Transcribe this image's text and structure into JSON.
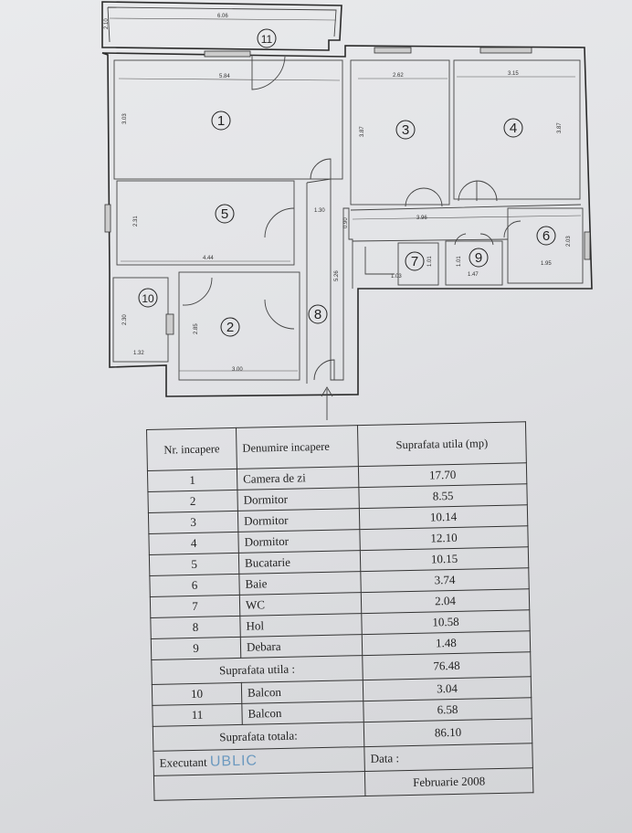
{
  "plan": {
    "rooms": [
      "1",
      "2",
      "3",
      "4",
      "5",
      "6",
      "7",
      "8",
      "9",
      "10",
      "11"
    ],
    "dims": {
      "d610": "2.10",
      "d606": "6.06",
      "d584": "5.84",
      "d303": "3.03",
      "d262": "2.62",
      "d387a": "3.87",
      "d315": "3.15",
      "d387b": "3.87",
      "d130": "1.30",
      "d090": "0.90",
      "d396": "3.96",
      "d231": "2.31",
      "d444": "4.44",
      "d203": "2.03",
      "d195": "1.95",
      "d103": "1.03",
      "d101a": "1.01",
      "d101b": "1.01",
      "d147": "1.47",
      "d526": "5.26",
      "d230": "2.30",
      "d285": "2.85",
      "d132": "1.32",
      "d300": "3.00"
    }
  },
  "table": {
    "headers": [
      "Nr. incapere",
      "Denumire incapere",
      "Suprafata utila (mp)"
    ],
    "rows": [
      {
        "nr": "1",
        "name": "Camera de zi",
        "area": "17.70"
      },
      {
        "nr": "2",
        "name": "Dormitor",
        "area": "8.55"
      },
      {
        "nr": "3",
        "name": "Dormitor",
        "area": "10.14"
      },
      {
        "nr": "4",
        "name": "Dormitor",
        "area": "12.10"
      },
      {
        "nr": "5",
        "name": "Bucatarie",
        "area": "10.15"
      },
      {
        "nr": "6",
        "name": "Baie",
        "area": "3.74"
      },
      {
        "nr": "7",
        "name": "WC",
        "area": "2.04"
      },
      {
        "nr": "8",
        "name": "Hol",
        "area": "10.58"
      },
      {
        "nr": "9",
        "name": "Debara",
        "area": "1.48"
      }
    ],
    "useful_label": "Suprafata utila :",
    "useful_value": "76.48",
    "balconies": [
      {
        "nr": "10",
        "name": "Balcon",
        "area": "3.04"
      },
      {
        "nr": "11",
        "name": "Balcon",
        "area": "6.58"
      }
    ],
    "total_label": "Suprafata totala:",
    "total_value": "86.10",
    "executant_label": "Executant",
    "date_label": "Data :",
    "date_value": "Februarie 2008",
    "stamp_text": "UBLIC"
  }
}
